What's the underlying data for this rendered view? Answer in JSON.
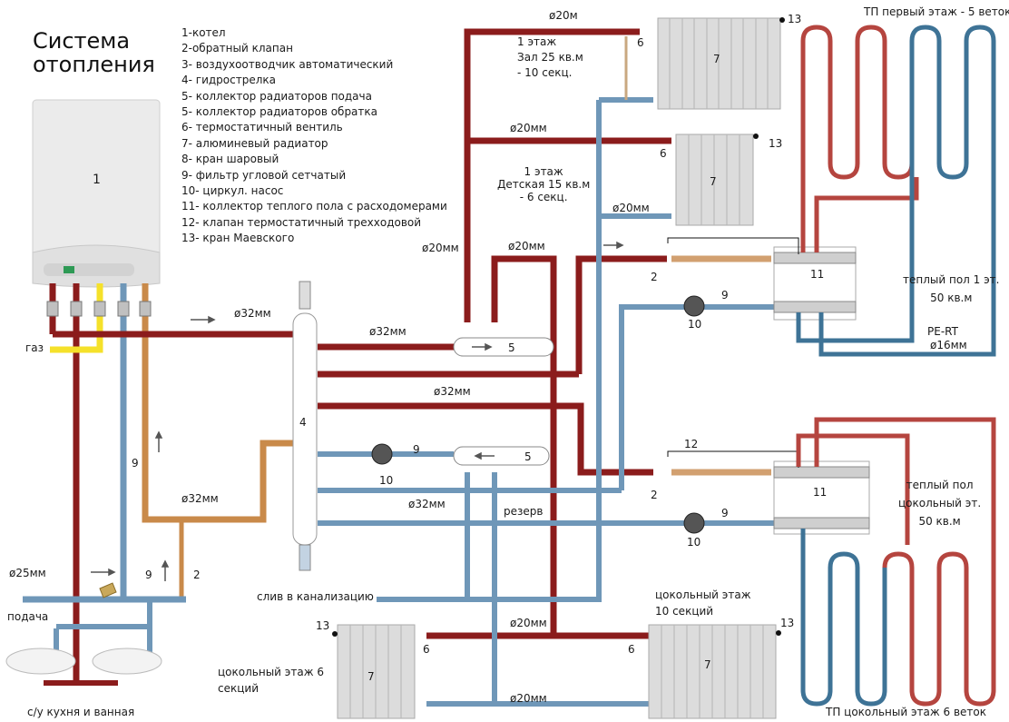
{
  "title": [
    "Система",
    "отопления"
  ],
  "legend": [
    "1-котел",
    "2-обратный клапан",
    "3- воздухоотводчик автоматический",
    "4- гидрострелка",
    "5- коллектор радиаторов подача",
    "5- коллектор радиаторов обратка",
    "6- термостатичный вентиль",
    "7- алюминевый радиатор",
    "8- кран шаровый",
    "9- фильтр угловой сетчатый",
    "10- циркул. насос",
    "11- коллектор теплого пола с расходомерами",
    "12- клапан термостатичный трехходовой",
    "13- кран Маевского"
  ],
  "colors": {
    "supply": "#8b1c1c",
    "return": "#6f97b8",
    "gas": "#f5e12a",
    "boiler_return": "#c98a4a",
    "floor_supply": "#b5453f",
    "floor_return": "#3e7396",
    "radiator": "#d4d4d4"
  },
  "labels": {
    "boiler_number": "1",
    "gas": "газ",
    "supply_water": "подача",
    "sinks": "с/у кухня и  ванная",
    "drain": "слив в канализацию",
    "reserve": "резерв",
    "hydro_separator": "4",
    "collector_number": "5",
    "d32": "ø32мм",
    "d25": "ø25мм",
    "d20": "ø20мм",
    "d20_top": "ø20м",
    "d16": "ø16мм",
    "pert": "PE-RT",
    "room1": [
      "1 этаж",
      "Зал 25 кв.м",
      "- 10 секц."
    ],
    "room2": [
      "1 этаж",
      "Детская 15 кв.м",
      "- 6 секц."
    ],
    "basement_left": [
      "цокольный этаж 6",
      "секций"
    ],
    "basement_right": [
      "цокольный этаж",
      "10 секций"
    ],
    "floor1_title": "ТП первый этаж - 5 веток",
    "floor1_info": [
      "теплый пол 1 эт.",
      "50 кв.м"
    ],
    "floor0_title": "ТП цокольный этаж 6 веток",
    "floor0_info": [
      "теплый пол",
      "цокольный эт.",
      "50 кв.м"
    ]
  },
  "numbers": {
    "n2": "2",
    "n6": "6",
    "n7": "7",
    "n9": "9",
    "n10": "10",
    "n11": "11",
    "n12": "12",
    "n13": "13"
  }
}
